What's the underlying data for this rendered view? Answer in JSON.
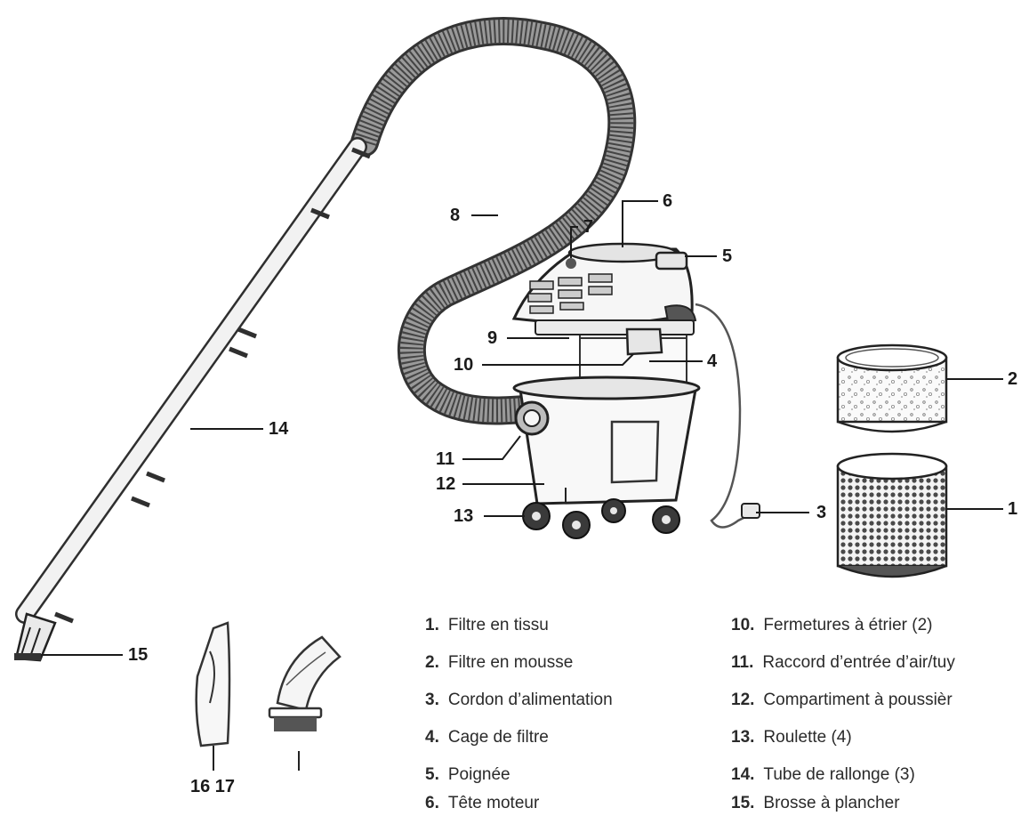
{
  "callouts": {
    "c1": "1",
    "c2": "2",
    "c3": "3",
    "c4": "4",
    "c5": "5",
    "c6": "6",
    "c7": "7",
    "c8": "8",
    "c9": "9",
    "c10": "10",
    "c11": "11",
    "c12": "12",
    "c13": "13",
    "c14": "14",
    "c15": "15",
    "c1617": "16 17"
  },
  "legend_left": [
    {
      "num": "1.",
      "label": "Filtre en tissu"
    },
    {
      "num": "2.",
      "label": "Filtre en mousse"
    },
    {
      "num": "3.",
      "label": "Cordon d’alimentation"
    },
    {
      "num": "4.",
      "label": "Cage de filtre"
    },
    {
      "num": "5.",
      "label": "Poignée"
    },
    {
      "num": "6.",
      "label": "Tête moteur"
    }
  ],
  "legend_right": [
    {
      "num": "10.",
      "label": "Fermetures à étrier (2)"
    },
    {
      "num": "11.",
      "label": "Raccord d’entrée d’air/tuy"
    },
    {
      "num": "12.",
      "label": "Compartiment à poussièr"
    },
    {
      "num": "13.",
      "label": "Roulette (4)"
    },
    {
      "num": "14.",
      "label": "Tube de rallonge (3)"
    },
    {
      "num": "15.",
      "label": "Brosse à plancher"
    }
  ]
}
